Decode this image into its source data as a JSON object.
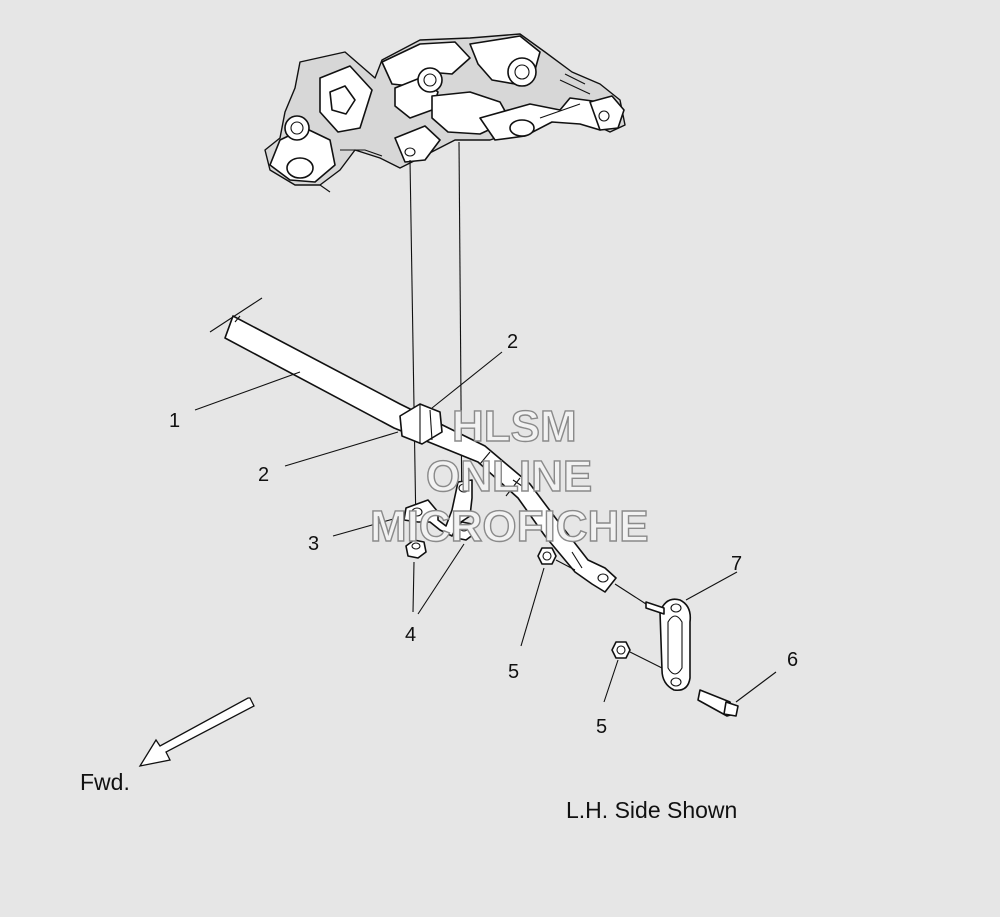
{
  "watermark": {
    "line1": "HLSM",
    "line2": "ONLINE",
    "line3": "MICROFICHE"
  },
  "callouts": [
    {
      "id": "c1",
      "label": "1"
    },
    {
      "id": "c2a",
      "label": "2"
    },
    {
      "id": "c2b",
      "label": "2"
    },
    {
      "id": "c3",
      "label": "3"
    },
    {
      "id": "c4",
      "label": "4"
    },
    {
      "id": "c5a",
      "label": "5"
    },
    {
      "id": "c5b",
      "label": "5"
    },
    {
      "id": "c6",
      "label": "6"
    },
    {
      "id": "c7",
      "label": "7"
    }
  ],
  "direction_label": "Fwd.",
  "caption": "L.H. Side Shown",
  "colors": {
    "background": "#e6e6e6",
    "line": "#111111",
    "part_fill": "#ffffff"
  }
}
